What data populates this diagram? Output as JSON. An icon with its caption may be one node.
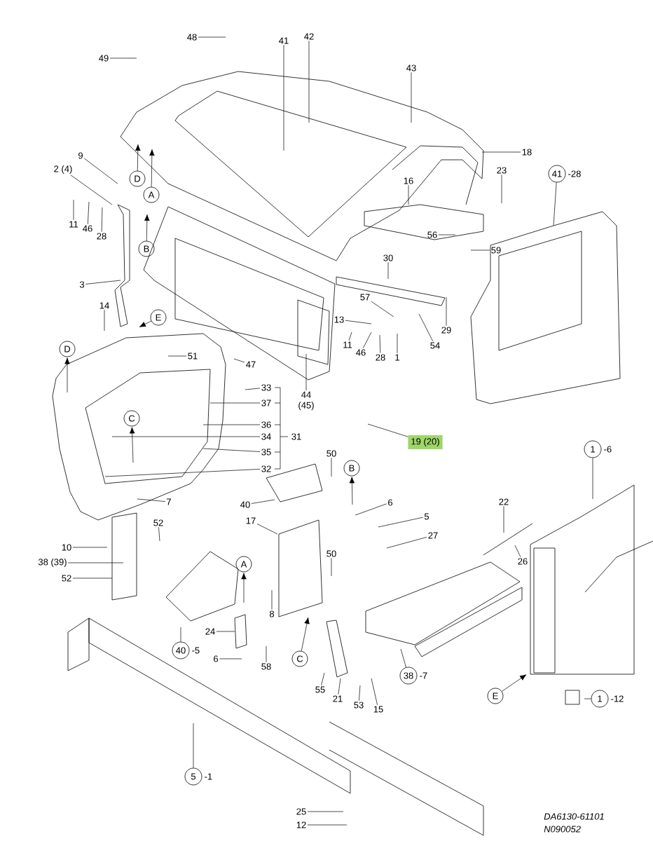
{
  "diagram": {
    "nodes": [
      {
        "text": [
          "48"
        ]
      },
      {
        "text": [
          "49"
        ]
      },
      {
        "text": [
          "41"
        ]
      },
      {
        "text": [
          "42"
        ]
      },
      {
        "text": [
          "43"
        ]
      },
      {
        "text": [
          "18"
        ]
      },
      {
        "text": [
          "9"
        ]
      },
      {
        "text": [
          "2 (4)"
        ]
      },
      {
        "text": [
          "23"
        ]
      },
      {
        "text": [
          "16"
        ]
      },
      {
        "text": [
          "11"
        ]
      },
      {
        "text": [
          "46"
        ]
      },
      {
        "text": [
          "28"
        ]
      },
      {
        "text": [
          "56"
        ]
      },
      {
        "text": [
          "59"
        ]
      },
      {
        "text": [
          "3"
        ]
      },
      {
        "text": [
          "30"
        ]
      },
      {
        "text": [
          "14"
        ]
      },
      {
        "text": [
          "57"
        ]
      },
      {
        "text": [
          "29"
        ]
      },
      {
        "text": [
          "13"
        ]
      },
      {
        "text": [
          "54"
        ]
      },
      {
        "text": [
          "11"
        ]
      },
      {
        "text": [
          "46"
        ]
      },
      {
        "text": [
          "28"
        ]
      },
      {
        "text": [
          "1"
        ]
      },
      {
        "text": [
          "51"
        ]
      },
      {
        "text": [
          "47"
        ]
      },
      {
        "text": [
          "33"
        ]
      },
      {
        "text": [
          "37"
        ]
      },
      {
        "text": [
          "36"
        ]
      },
      {
        "text": [
          "34"
        ]
      },
      {
        "text": [
          "31"
        ]
      },
      {
        "text": [
          "35"
        ]
      },
      {
        "text": [
          "32"
        ]
      },
      {
        "text": [
          "44 (45)"
        ]
      },
      {
        "text": [
          "19 (20)"
        ]
      },
      {
        "text": [
          "50"
        ]
      },
      {
        "text": [
          "40"
        ]
      },
      {
        "text": [
          "6"
        ]
      },
      {
        "text": [
          "7"
        ]
      },
      {
        "text": [
          "52"
        ]
      },
      {
        "text": [
          "22"
        ]
      },
      {
        "text": [
          "17"
        ]
      },
      {
        "text": [
          "5"
        ]
      },
      {
        "text": [
          "27"
        ]
      },
      {
        "text": [
          "10"
        ]
      },
      {
        "text": [
          "38 (39)"
        ]
      },
      {
        "text": [
          "52"
        ]
      },
      {
        "text": [
          "26"
        ]
      },
      {
        "text": [
          "50"
        ]
      },
      {
        "text": [
          "8"
        ]
      },
      {
        "text": [
          "24"
        ]
      },
      {
        "text": [
          "6"
        ]
      },
      {
        "text": [
          "58"
        ]
      },
      {
        "text": [
          "55"
        ]
      },
      {
        "text": [
          "21"
        ]
      },
      {
        "text": [
          "53"
        ]
      },
      {
        "text": [
          "15"
        ]
      },
      {
        "text": [
          "25"
        ]
      },
      {
        "text": [
          "12"
        ]
      },
      {
        "text": [
          "41"
        ],
        "beside": [
          "-28"
        ]
      },
      {
        "text": [
          "1"
        ],
        "beside": [
          "-6"
        ]
      },
      {
        "text": [
          "40"
        ],
        "beside": [
          "-5"
        ]
      },
      {
        "text": [
          "38"
        ],
        "beside": [
          "-7"
        ]
      },
      {
        "text": [
          "5"
        ],
        "beside": [
          "-1"
        ]
      },
      {
        "text": [
          "1"
        ],
        "beside": [
          "-12"
        ]
      },
      {
        "text": [
          "D"
        ]
      },
      {
        "text": [
          "A"
        ]
      },
      {
        "text": [
          "B"
        ]
      },
      {
        "text": [
          "E"
        ]
      },
      {
        "text": [
          "D"
        ]
      },
      {
        "text": [
          "C"
        ]
      },
      {
        "text": [
          "B"
        ]
      },
      {
        "text": [
          "A"
        ]
      },
      {
        "text": [
          "C"
        ]
      },
      {
        "text": [
          "E"
        ]
      }
    ],
    "edges": [
      {
        "from": 0,
        "to": null,
        "arrow": "none"
      },
      {
        "from": 1,
        "to": null,
        "arrow": "none"
      },
      {
        "from": 2,
        "to": null,
        "arrow": "none"
      },
      {
        "from": 3,
        "to": null,
        "arrow": "none"
      },
      {
        "from": 4,
        "to": null,
        "arrow": "none"
      },
      {
        "from": 5,
        "to": null,
        "arrow": "none"
      },
      {
        "from": 6,
        "to": null,
        "arrow": "none"
      },
      {
        "from": 7,
        "to": null,
        "arrow": "none"
      },
      {
        "from": 8,
        "to": null,
        "arrow": "none"
      },
      {
        "from": 9,
        "to": null,
        "arrow": "none"
      },
      {
        "from": 10,
        "to": null,
        "arrow": "none"
      },
      {
        "from": 11,
        "to": null,
        "arrow": "none"
      },
      {
        "from": 12,
        "to": null,
        "arrow": "none"
      },
      {
        "from": 13,
        "to": null,
        "arrow": "none"
      },
      {
        "from": 14,
        "to": null,
        "arrow": "none"
      },
      {
        "from": 15,
        "to": null,
        "arrow": "none"
      },
      {
        "from": 16,
        "to": null,
        "arrow": "none"
      },
      {
        "from": 17,
        "to": null,
        "arrow": "none"
      },
      {
        "from": 18,
        "to": null,
        "arrow": "none"
      },
      {
        "from": 19,
        "to": null,
        "arrow": "none"
      },
      {
        "from": 20,
        "to": null,
        "arrow": "none"
      },
      {
        "from": 21,
        "to": null,
        "arrow": "none"
      },
      {
        "from": 22,
        "to": null,
        "arrow": "none"
      },
      {
        "from": 23,
        "to": null,
        "arrow": "none"
      },
      {
        "from": 24,
        "to": null,
        "arrow": "none"
      },
      {
        "from": 25,
        "to": null,
        "arrow": "none"
      },
      {
        "from": 26,
        "to": null,
        "arrow": "none"
      },
      {
        "from": 27,
        "to": null,
        "arrow": "none"
      },
      {
        "from": 28,
        "to": null,
        "arrow": "none"
      },
      {
        "from": 29,
        "to": null,
        "arrow": "none"
      },
      {
        "from": 30,
        "to": null,
        "arrow": "none"
      },
      {
        "from": 31,
        "to": null,
        "arrow": "none"
      },
      {
        "from": 33,
        "to": null,
        "arrow": "none"
      },
      {
        "from": 34,
        "to": null,
        "arrow": "none"
      },
      {
        "from": 35,
        "to": null,
        "arrow": "none"
      },
      {
        "from": 36,
        "to": null,
        "arrow": "none"
      },
      {
        "from": 37,
        "to": null,
        "arrow": "none"
      },
      {
        "from": 38,
        "to": null,
        "arrow": "none"
      },
      {
        "from": 39,
        "to": null,
        "arrow": "none"
      },
      {
        "from": 40,
        "to": null,
        "arrow": "none"
      },
      {
        "from": 41,
        "to": null,
        "arrow": "none"
      },
      {
        "from": 42,
        "to": null,
        "arrow": "none"
      },
      {
        "from": 43,
        "to": null,
        "arrow": "none"
      },
      {
        "from": 44,
        "to": null,
        "arrow": "none"
      },
      {
        "from": 45,
        "to": null,
        "arrow": "none"
      },
      {
        "from": 46,
        "to": null,
        "arrow": "none"
      },
      {
        "from": 47,
        "to": null,
        "arrow": "none"
      },
      {
        "from": 48,
        "to": null,
        "arrow": "none"
      },
      {
        "from": 49,
        "to": null,
        "arrow": "none"
      },
      {
        "from": 50,
        "to": null,
        "arrow": "none"
      },
      {
        "from": 51,
        "to": null,
        "arrow": "none"
      },
      {
        "from": 52,
        "to": null,
        "arrow": "none"
      },
      {
        "from": 53,
        "to": null,
        "arrow": "none"
      },
      {
        "from": 54,
        "to": null,
        "arrow": "none"
      },
      {
        "from": 55,
        "to": null,
        "arrow": "none"
      },
      {
        "from": 56,
        "to": null,
        "arrow": "none"
      },
      {
        "from": 57,
        "to": null,
        "arrow": "none"
      },
      {
        "from": 58,
        "to": null,
        "arrow": "none"
      },
      {
        "from": 59,
        "to": null,
        "arrow": "none"
      },
      {
        "from": 60,
        "to": null,
        "arrow": "none"
      },
      {
        "from": 61,
        "to": null,
        "arrow": "none"
      },
      {
        "from": 62,
        "to": null,
        "arrow": "none"
      },
      {
        "from": 63,
        "to": null,
        "arrow": "none"
      },
      {
        "from": 64,
        "to": null,
        "arrow": "none"
      },
      {
        "from": 65,
        "to": null,
        "arrow": "none"
      },
      {
        "from": 66,
        "to": null,
        "arrow": "none"
      },
      {
        "from": 67,
        "to": null,
        "arrow": "to"
      },
      {
        "from": 68,
        "to": null,
        "arrow": "to"
      },
      {
        "from": 69,
        "to": null,
        "arrow": "to"
      },
      {
        "from": 70,
        "to": null,
        "arrow": "to"
      },
      {
        "from": null,
        "to": 71,
        "arrow": "to"
      },
      {
        "from": null,
        "to": 72,
        "arrow": "to"
      },
      {
        "from": null,
        "to": 73,
        "arrow": "to"
      },
      {
        "from": null,
        "to": 74,
        "arrow": "to"
      },
      {
        "from": 75,
        "to": null,
        "arrow": "to"
      },
      {
        "from": 76,
        "to": null,
        "arrow": "to"
      }
    ],
    "labels": [
      "DA6130-61101",
      "N090052"
    ]
  }
}
